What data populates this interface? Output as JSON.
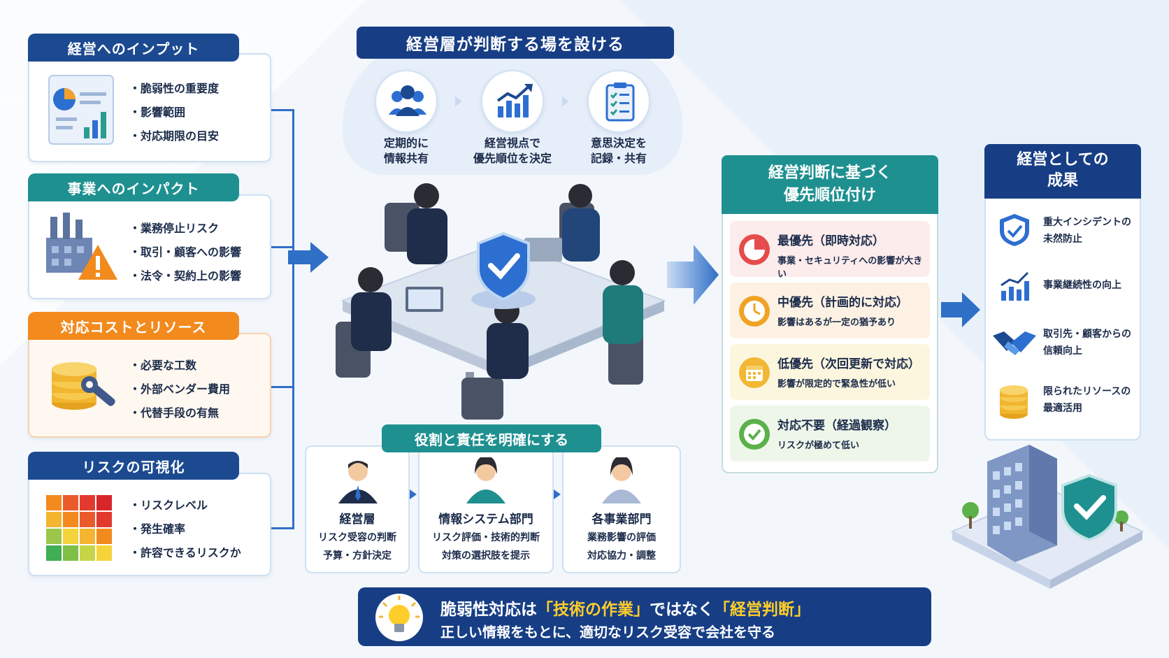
{
  "left_sections": [
    {
      "title": "経営へのインプット",
      "items": [
        "脆弱性の重要度",
        "影響範囲",
        "対応期限の目安"
      ]
    },
    {
      "title": "事業へのインパクト",
      "items": [
        "業務停止リスク",
        "取引・顧客への影響",
        "法令・契約上の影響"
      ]
    },
    {
      "title": "対応コストとリソース",
      "items": [
        "必要な工数",
        "外部ベンダー費用",
        "代替手段の有無"
      ]
    },
    {
      "title": "リスクの可視化",
      "items": [
        "リスクレベル",
        "発生確率",
        "許容できるリスクか"
      ]
    }
  ],
  "center": {
    "title": "経営層が判断する場を設ける",
    "steps": [
      {
        "line1": "定期的に",
        "line2": "情報共有"
      },
      {
        "line1": "経営視点で",
        "line2": "優先順位を決定"
      },
      {
        "line1": "意思決定を",
        "line2": "記録・共有"
      }
    ]
  },
  "roles": {
    "title": "役割と責任を明確にする",
    "items": [
      {
        "name": "経営層",
        "desc1": "リスク受容の判断",
        "desc2": "予算・方針決定"
      },
      {
        "name": "情報システム部門",
        "desc1": "リスク評価・技術的判断",
        "desc2": "対策の選択肢を提示"
      },
      {
        "name": "各事業部門",
        "desc1": "業務影響の評価",
        "desc2": "対応協力・調整"
      }
    ]
  },
  "priority": {
    "title_line1": "経営判断に基づく",
    "title_line2": "優先順位付け",
    "items": [
      {
        "title": "最優先（即時対応）",
        "desc": "事業・セキュリティへの影響が大きい",
        "bg": "#fdecec",
        "icon": "#e64b4b"
      },
      {
        "title": "中優先（計画的に対応）",
        "desc": "影響はあるが一定の猶予あり",
        "bg": "#fdf1e3",
        "icon": "#f0a323"
      },
      {
        "title": "低優先（次回更新で対応）",
        "desc": "影響が限定的で緊急性が低い",
        "bg": "#fdf6df",
        "icon": "#f2b733"
      },
      {
        "title": "対応不要（経過観察）",
        "desc": "リスクが極めて低い",
        "bg": "#eef6ea",
        "icon": "#5bb14a"
      }
    ]
  },
  "results": {
    "title_line1": "経営としての",
    "title_line2": "成果",
    "items": [
      {
        "line1": "重大インシデントの",
        "line2": "未然防止"
      },
      {
        "line1": "事業継続性の向上",
        "line2": ""
      },
      {
        "line1": "取引先・顧客からの",
        "line2": "信頼向上"
      },
      {
        "line1": "限られたリソースの",
        "line2": "最適活用"
      }
    ]
  },
  "banner": {
    "prefix": "脆弱性対応は",
    "highlight1": "「技術の作業」",
    "middle": "ではなく",
    "highlight2": "「経営判断」",
    "line2": "正しい情報をもとに、適切なリスク受容で会社を守る"
  },
  "colors": {
    "navy": "#173e85",
    "teal": "#1f9090",
    "orange": "#f28a1e",
    "accent_yellow": "#ffcd2b"
  }
}
